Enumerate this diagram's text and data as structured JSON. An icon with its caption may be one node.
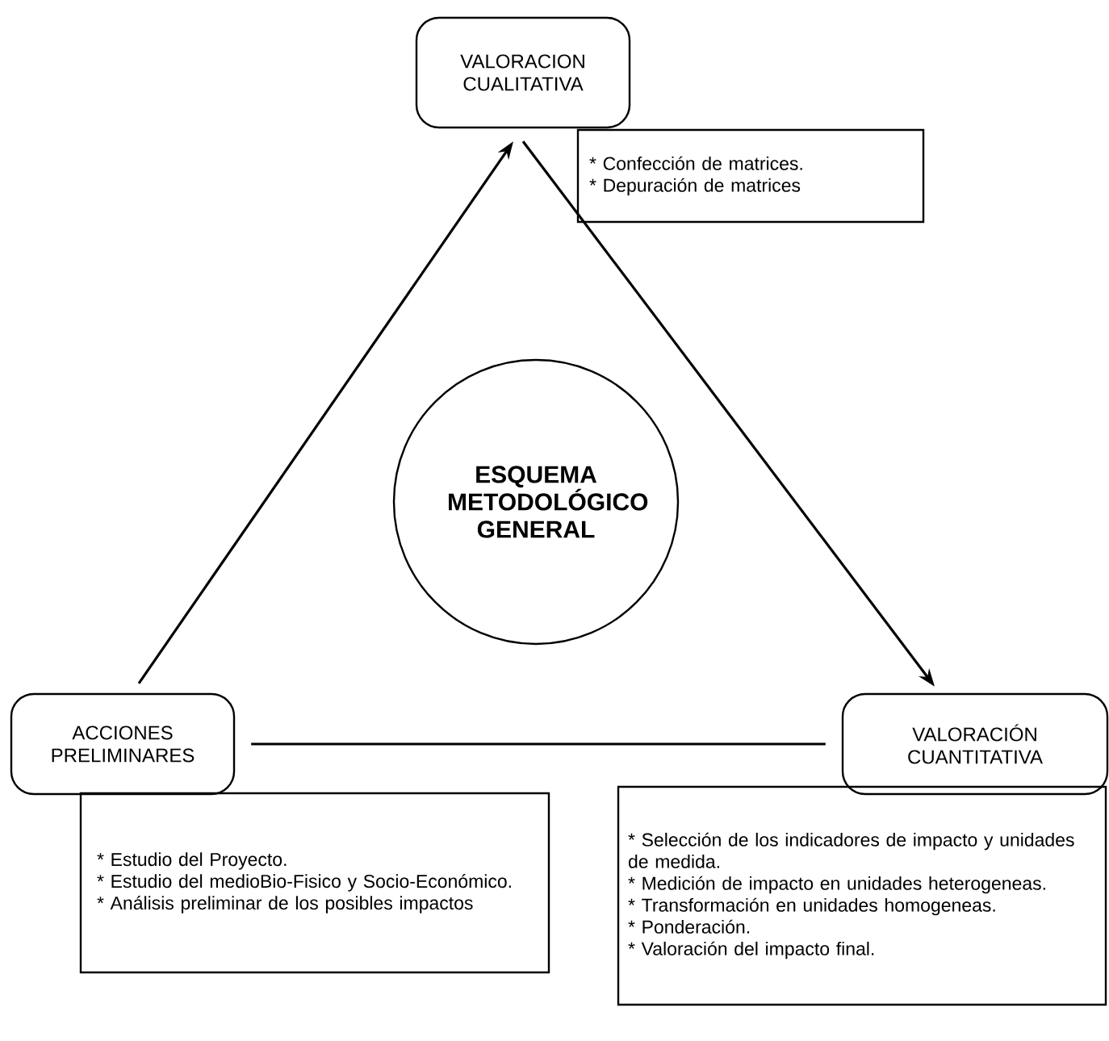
{
  "diagram": {
    "nodes": [
      {
        "text": [
          "VALORACION CUALITATIVA"
        ]
      },
      {
        "text": [
          "* Confección de matrices.",
          "* Depuración de matrices"
        ]
      },
      {
        "text": [
          "ESQUEMA METODOLÓGICO GENERAL"
        ]
      },
      {
        "text": [
          "ACCIONES PRELIMINARES"
        ]
      },
      {
        "text": [
          "* Estudio del Proyecto.",
          "* Estudio del medioBio-Fisico y Socio-Económico.",
          "* Análisis preliminar de los posibles impactos"
        ]
      },
      {
        "text": [
          "VALORACIÓN CUANTITATIVA"
        ]
      },
      {
        "text": [
          "* Selección de los indicadores de impacto y unidades de medida.",
          "* Medición de impacto en unidades heterogeneas.",
          "* Transformación en unidades homogeneas.",
          "* Ponderación.",
          "* Valoración del impacto final."
        ]
      }
    ],
    "edges": [
      {
        "from": 3,
        "to": 0,
        "arrow": "to"
      },
      {
        "from": 0,
        "to": 5,
        "arrow": "to"
      },
      {
        "from": 3,
        "to": 5,
        "arrow": "none"
      }
    ]
  }
}
